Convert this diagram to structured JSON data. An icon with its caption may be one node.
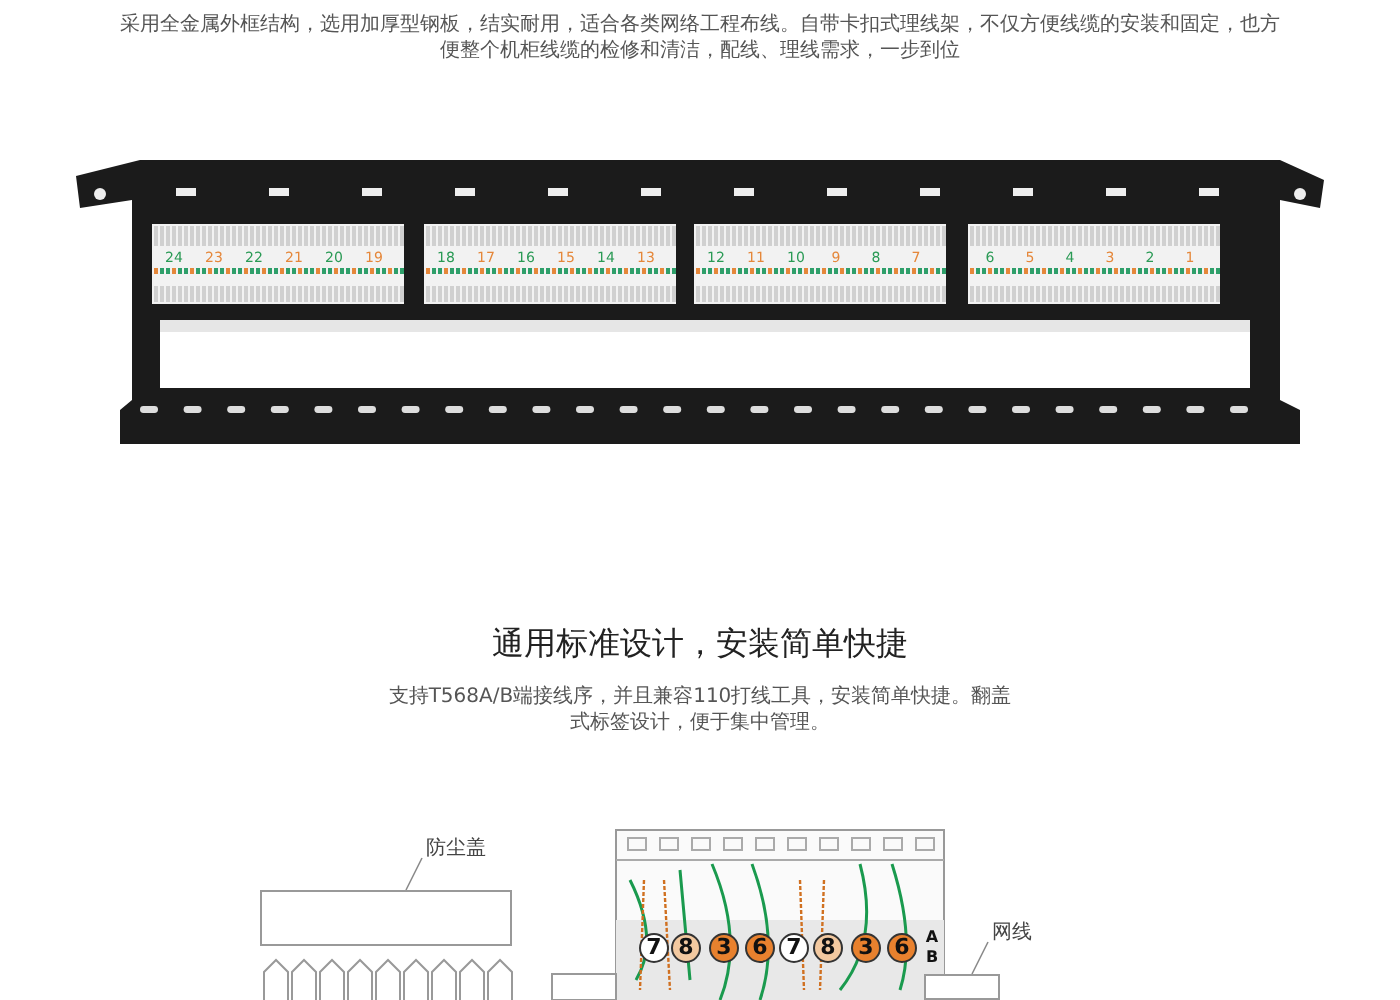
{
  "diagram": {
    "title": "通用标准设计，安装简单快捷",
    "nodes": [
      {
        "text": [
          "防尘盖"
        ]
      },
      {
        "text": [],
        "shape": "box"
      },
      {
        "text": [
          "网线"
        ]
      },
      {
        "text": [],
        "shape": "box"
      }
    ],
    "edges": [
      {
        "from": 0,
        "to": 1,
        "arrow": "none"
      },
      {
        "from": 2,
        "to": 3,
        "arrow": "none"
      }
    ],
    "labels": [
      "采用全金属外框结构，选用加厚型钢板，结实耐用，适合各类网络工程布线。自带卡扣式理线架，不仅方便线缆的安装和固定，也方便整个机柜线缆的检修和清洁，配线、理线需求，一步到位",
      "支持T568A/B端接线序，并且兼容110打线工具，安装简单快捷。翻盖式标签设计，便于集中管理。",
      "24",
      "23",
      "22",
      "21",
      "20",
      "19",
      "18",
      "17",
      "16",
      "15",
      "14",
      "13",
      "12",
      "11",
      "10",
      "9",
      "8",
      "7",
      "6",
      "5",
      "4",
      "3",
      "2",
      "1",
      "7",
      "8",
      "3",
      "6",
      "7",
      "8",
      "3",
      "6",
      "A",
      "B"
    ]
  }
}
